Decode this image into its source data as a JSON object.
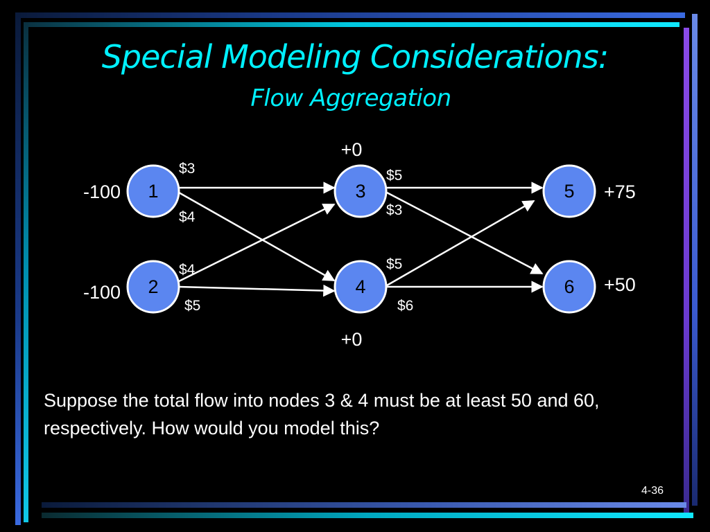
{
  "slide": {
    "title": "Special Modeling Considerations:",
    "subtitle": "Flow Aggregation",
    "question": "Suppose the total flow into nodes 3 & 4 must be at least 50 and 60, respectively. How would you model this?",
    "page_number": "4-36"
  },
  "colors": {
    "title": "#00f0ff",
    "node_fill": "#5b86f0",
    "background": "#000000"
  },
  "network": {
    "nodes": [
      {
        "id": "1",
        "supply": "-100"
      },
      {
        "id": "2",
        "supply": "-100"
      },
      {
        "id": "3",
        "supply": "+0"
      },
      {
        "id": "4",
        "supply": "+0"
      },
      {
        "id": "5",
        "supply": "+75"
      },
      {
        "id": "6",
        "supply": "+50"
      }
    ],
    "arcs": [
      {
        "from": "1",
        "to": "3",
        "cost": "$3"
      },
      {
        "from": "1",
        "to": "4",
        "cost": "$4"
      },
      {
        "from": "2",
        "to": "3",
        "cost": "$4"
      },
      {
        "from": "2",
        "to": "4",
        "cost": "$5"
      },
      {
        "from": "3",
        "to": "5",
        "cost": "$5"
      },
      {
        "from": "3",
        "to": "6",
        "cost": "$3"
      },
      {
        "from": "4",
        "to": "5",
        "cost": "$5"
      },
      {
        "from": "4",
        "to": "6",
        "cost": "$6"
      }
    ]
  }
}
